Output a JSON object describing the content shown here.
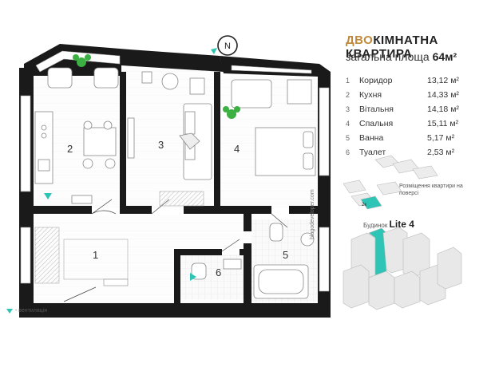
{
  "title": {
    "accent": "ДВО",
    "rest": "КІМНАТНА КВАРТИРА"
  },
  "subtitle": {
    "label": "загальна площа",
    "area": "64м²"
  },
  "rooms": [
    {
      "num": "1",
      "name": "Коридор",
      "area": "13,12 м²"
    },
    {
      "num": "2",
      "name": "Кухня",
      "area": "14,33 м²"
    },
    {
      "num": "3",
      "name": "Вітальня",
      "area": "14,18 м²"
    },
    {
      "num": "4",
      "name": "Спальня",
      "area": "15,11 м²"
    },
    {
      "num": "5",
      "name": "Ванна",
      "area": "5,17 м²"
    },
    {
      "num": "6",
      "name": "Туалет",
      "area": "2,53 м²"
    }
  ],
  "location_caption": "Розміщення квартири на поверсі",
  "floor_marker": "2к",
  "building": {
    "label": "Будинок",
    "name": "Lite 4"
  },
  "vent_legend": "- вентиляція",
  "website": "blagodeveloper.com",
  "compass": "N",
  "colors": {
    "wall": "#1a1a1a",
    "accent": "#c08a3a",
    "vent": "#2ec4b6",
    "plant": "#3cb043"
  }
}
